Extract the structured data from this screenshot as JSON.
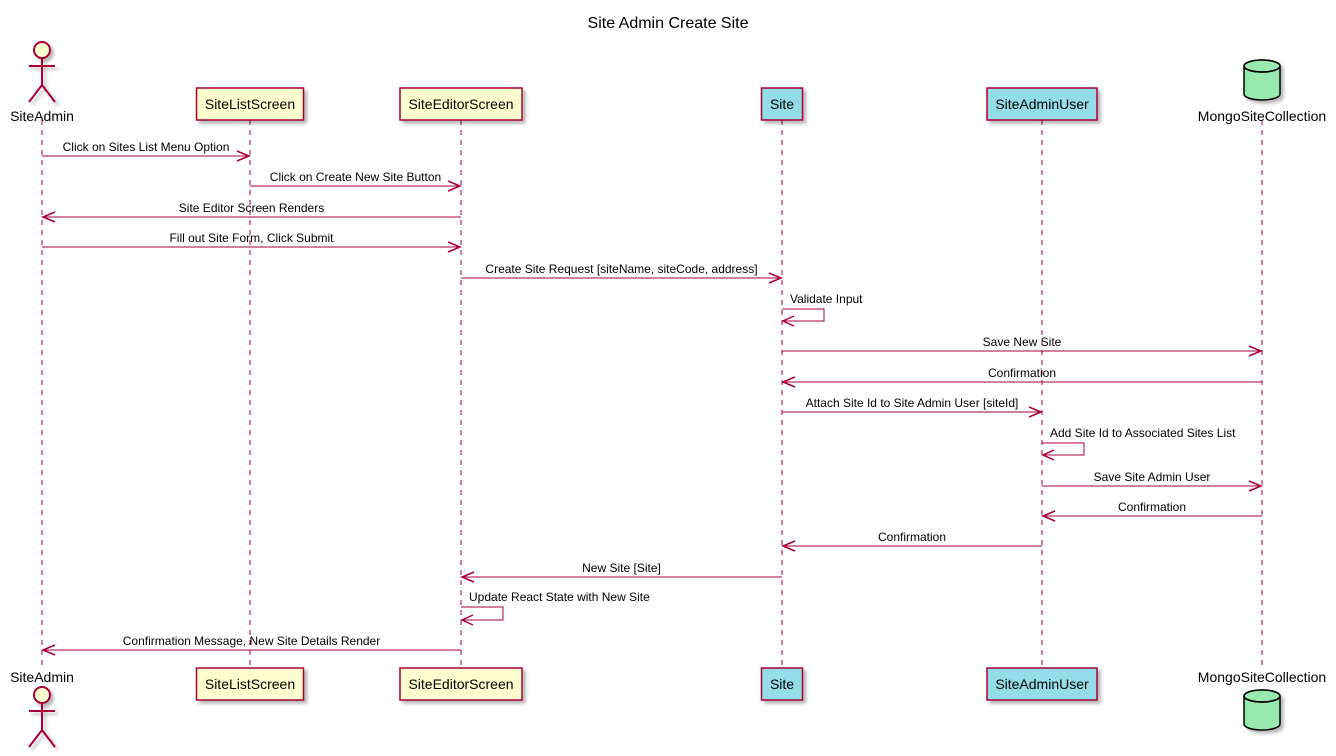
{
  "diagram": {
    "title": "Site Admin Create Site",
    "participants": [
      {
        "id": "siteadmin",
        "name": "SiteAdmin",
        "kind": "actor"
      },
      {
        "id": "sitelistscreen",
        "name": "SiteListScreen",
        "kind": "participant",
        "fill": "#fefece"
      },
      {
        "id": "siteeditorscreen",
        "name": "SiteEditorScreen",
        "kind": "participant",
        "fill": "#fefece"
      },
      {
        "id": "site",
        "name": "Site",
        "kind": "participant",
        "fill": "#94dde8"
      },
      {
        "id": "siteadminuser",
        "name": "SiteAdminUser",
        "kind": "participant",
        "fill": "#94dde8"
      },
      {
        "id": "mongositecollection",
        "name": "MongoSiteCollection",
        "kind": "database",
        "fill": "#98e8b0"
      }
    ],
    "messages": [
      {
        "from": "siteadmin",
        "to": "sitelistscreen",
        "label": "Click on Sites List Menu Option"
      },
      {
        "from": "sitelistscreen",
        "to": "siteeditorscreen",
        "label": "Click on Create New Site Button"
      },
      {
        "from": "siteeditorscreen",
        "to": "siteadmin",
        "label": "Site Editor Screen Renders"
      },
      {
        "from": "siteadmin",
        "to": "siteeditorscreen",
        "label": "Fill out Site Form, Click Submit"
      },
      {
        "from": "siteeditorscreen",
        "to": "site",
        "label": "Create Site Request [siteName, siteCode, address]"
      },
      {
        "from": "site",
        "to": "site",
        "label": "Validate Input"
      },
      {
        "from": "site",
        "to": "mongositecollection",
        "label": "Save New Site"
      },
      {
        "from": "mongositecollection",
        "to": "site",
        "label": "Confirmation"
      },
      {
        "from": "site",
        "to": "siteadminuser",
        "label": "Attach Site Id to Site Admin User [siteId]"
      },
      {
        "from": "siteadminuser",
        "to": "siteadminuser",
        "label": "Add Site Id to Associated Sites List"
      },
      {
        "from": "siteadminuser",
        "to": "mongositecollection",
        "label": "Save Site Admin User"
      },
      {
        "from": "mongositecollection",
        "to": "siteadminuser",
        "label": "Confirmation"
      },
      {
        "from": "siteadminuser",
        "to": "site",
        "label": "Confirmation"
      },
      {
        "from": "site",
        "to": "siteeditorscreen",
        "label": "New Site [Site]"
      },
      {
        "from": "siteeditorscreen",
        "to": "siteeditorscreen",
        "label": "Update React State with New Site"
      },
      {
        "from": "siteeditorscreen",
        "to": "siteadmin",
        "label": "Confirmation Message, New Site Details Render"
      }
    ],
    "colors": {
      "stroke": "#a80036",
      "actor_fill": "#fefece",
      "text": "#000000"
    }
  }
}
